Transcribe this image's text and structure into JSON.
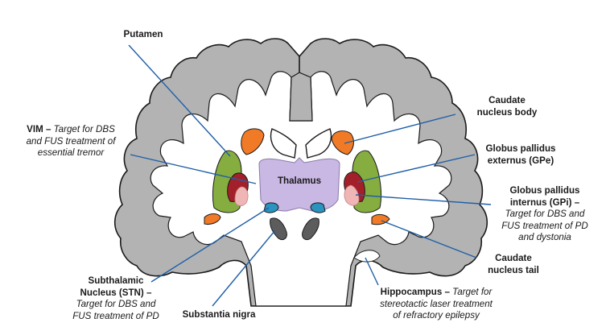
{
  "labels": {
    "putamen": {
      "name": "Putamen"
    },
    "caudate_body": {
      "line1": "Caudate",
      "line2": "nucleus body"
    },
    "vim": {
      "name": "VIM –",
      "desc1": " Target for DBS",
      "desc2": "and FUS treatment of",
      "desc3": "essential tremor"
    },
    "thalamus": {
      "name": "Thalamus"
    },
    "gpe": {
      "line1": "Globus pallidus",
      "line2": "externus (GPe)"
    },
    "gpi": {
      "line1": "Globus pallidus",
      "line2": "internus (GPi) –",
      "desc1": "Target for DBS and",
      "desc2": "FUS treatment of PD",
      "desc3": "and dystonia"
    },
    "caudate_tail": {
      "line1": "Caudate",
      "line2": "nucleus tail"
    },
    "stn": {
      "line1": "Subthalamic",
      "line2": "Nucleus (STN) –",
      "desc1": "Target for DBS and",
      "desc2": "FUS treatment of PD"
    },
    "substantia_nigra": {
      "name": "Substantia nigra"
    },
    "hippocampus": {
      "name": "Hippocampus –",
      "desc1": " Target for",
      "desc2": "stereotactic laser treatment",
      "desc3": "of refractory epilepsy"
    }
  },
  "colors": {
    "cortex": "#b3b3b3",
    "white_matter": "#ffffff",
    "outline": "#1a1a1a",
    "thalamus": "#c9b8e3",
    "putamen": "#86ad3f",
    "caudate": "#f07a26",
    "gpe": "#a3202a",
    "gpi": "#f0b5b5",
    "stn": "#2b93bf",
    "substantia_nigra": "#5c5c5c",
    "leader_line": "#1f5fa8"
  }
}
